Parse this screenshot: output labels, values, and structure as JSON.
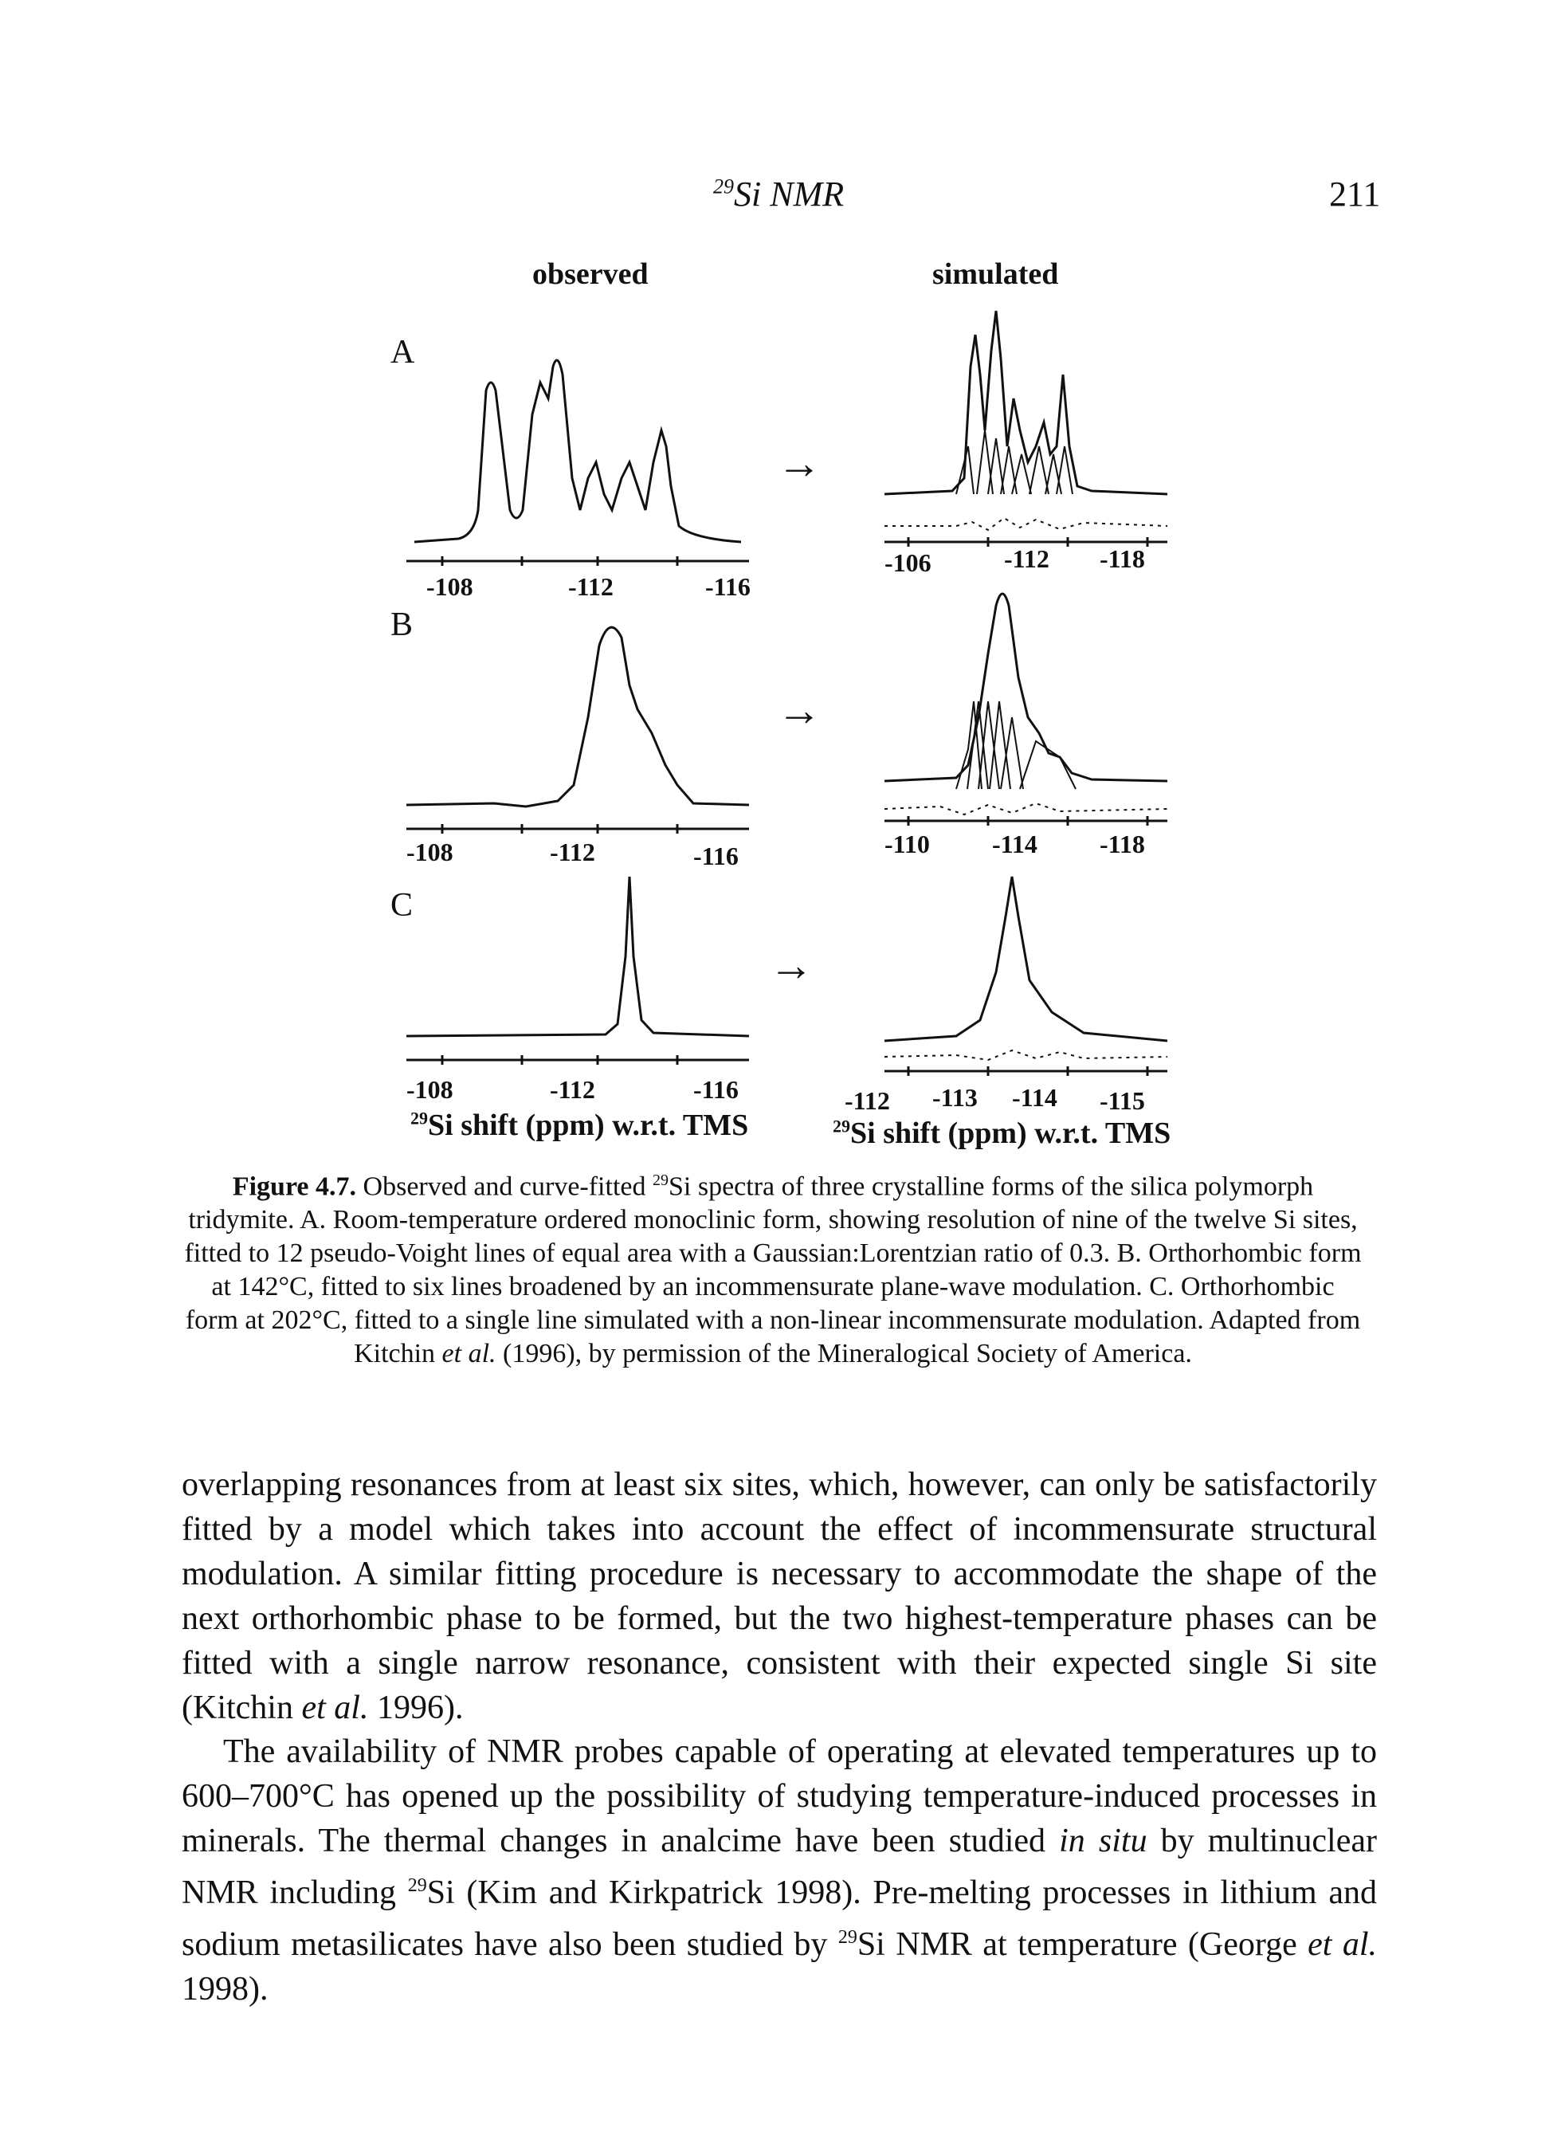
{
  "header": {
    "title_sup": "29",
    "title_main": "Si NMR",
    "page_number": "211"
  },
  "figure": {
    "column_titles": {
      "observed": "observed",
      "simulated": "simulated"
    },
    "panels": [
      {
        "letter": "A",
        "observed_ticks": [
          "-108",
          "-112",
          "-116"
        ],
        "simulated_ticks": [
          "-106",
          "-112",
          "-118"
        ]
      },
      {
        "letter": "B",
        "observed_ticks": [
          "-108",
          "-112",
          "-116"
        ],
        "simulated_ticks": [
          "-110",
          "-114",
          "-118"
        ]
      },
      {
        "letter": "C",
        "observed_ticks": [
          "-108",
          "-112",
          "-116"
        ],
        "simulated_ticks": [
          "-112",
          "-113",
          "-114",
          "-115"
        ]
      }
    ],
    "axis_title_sup": "29",
    "axis_title_main": "Si shift (ppm) w.r.t. TMS",
    "arrow": "→"
  },
  "caption": {
    "label": "Figure 4.7.",
    "text_1": " Observed and curve-fitted ",
    "sup": "29",
    "text_2": "Si spectra of three crystalline forms of the silica polymorph tridymite. A. Room-temperature ordered monoclinic form, showing resolution of nine of the twelve Si sites, fitted to 12 pseudo-Voight lines of equal area with a Gaussian:Lorentzian ratio of 0.3. B. Orthorhombic form at 142°C, fitted to six lines broadened by an incommensurate plane-wave modulation. C. Orthorhombic form at 202°C, fitted to a single line simulated with a non-linear incommensurate modulation. Adapted from Kitchin ",
    "etal": "et al.",
    "text_3": " (1996), by permission of the Mineralogical Society of America."
  },
  "body": {
    "p1_a": "overlapping resonances from at least six sites, which, however, can only be satisfactorily fitted by a model which takes into account the effect of incommensurate structural modulation. A similar fitting procedure is necessary to accommodate the shape of the next orthorhombic phase to be formed, but the two highest-temperature phases can be fitted with a single narrow resonance, consistent with their expected single Si site (Kitchin ",
    "p1_etal": "et al.",
    "p1_b": " 1996).",
    "p2_a": "The availability of NMR probes capable of operating at elevated temperatures up to 600–700°C has opened up the possibility of studying temperature-induced processes in minerals. The thermal changes in analcime have been studied ",
    "p2_insitu": "in situ",
    "p2_b": " by multinuclear NMR including ",
    "p2_sup1": "29",
    "p2_c": "Si (Kim and Kirkpatrick 1998). Pre-melting processes in lithium and sodium metasilicates have also been studied by ",
    "p2_sup2": "29",
    "p2_d": "Si NMR at temperature (George ",
    "p2_etal": "et al.",
    "p2_e": " 1998)."
  }
}
